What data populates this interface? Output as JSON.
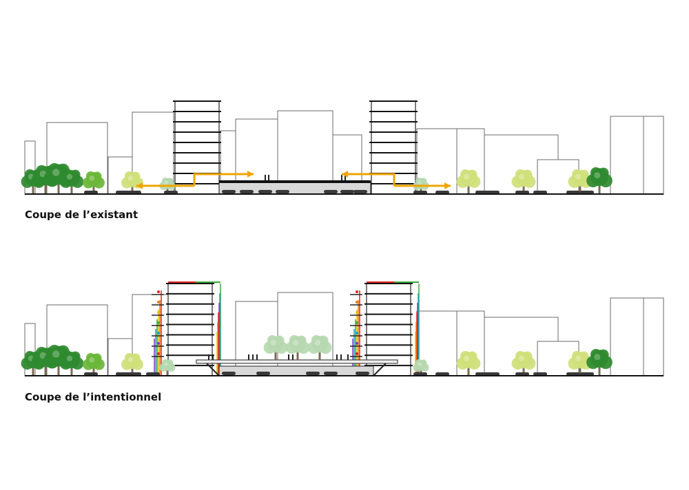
{
  "sections": [
    {
      "id": "existing",
      "caption": "Coupe de l’existant"
    },
    {
      "id": "intentional",
      "caption": "Coupe de l’intentionnel"
    }
  ],
  "colors": {
    "outline": "#6a6a6a",
    "ground": "#111111",
    "slab": "#111111",
    "arrow": "#f0a400",
    "tree_dark": "#2f8a2f",
    "tree_mid": "#6ab63a",
    "tree_light": "#cfe07a",
    "tree_pale": "#b6d8b0",
    "tram": "#555555",
    "parking": "#3a3a3a",
    "balcony_rainbow": [
      "#e02020",
      "#f07a10",
      "#e6c200",
      "#3aa83a",
      "#1aa0c8",
      "#7a3ac8"
    ]
  }
}
